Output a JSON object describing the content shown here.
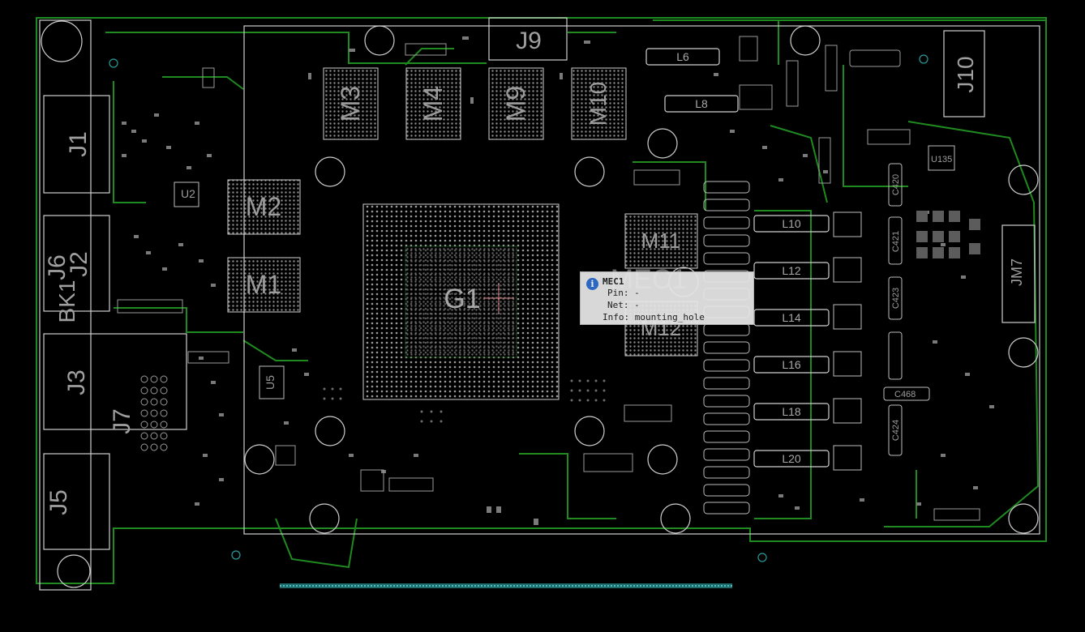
{
  "board": {
    "colors": {
      "outline": "#cfcfcf",
      "trace": "#1f8a1f",
      "silk": "#a8a8a8",
      "pad": "#bfbfbf",
      "hole": "#2a9a9a"
    },
    "components": {
      "J1": "J1",
      "J2": "J2",
      "J3": "J3",
      "J5": "J5",
      "J6": "J6",
      "J7": "J7",
      "J9": "J9",
      "J10": "J10",
      "JM7": "JM7",
      "BK1": "BK1",
      "M1": "M1",
      "M2": "M2",
      "M3": "M3",
      "M4": "M4",
      "M9": "M9",
      "M10": "M10",
      "M11": "M11",
      "M12": "M12",
      "MEC1": "MEC1",
      "G1": "G1",
      "U2": "U2",
      "U5": "U5",
      "L6": "L6",
      "L8": "L8",
      "L10": "L10",
      "L12": "L12",
      "L14": "L14",
      "L16": "L16",
      "L18": "L18",
      "L20": "L20",
      "C468": "C468",
      "C424": "C424",
      "C420": "C420",
      "C421": "C421",
      "C423": "C423",
      "U135": "U135"
    }
  },
  "tooltip": {
    "icon": "info-icon",
    "title": "MEC1",
    "pin": "Pin: -",
    "net": "Net: -",
    "info": "Info: mounting_hole"
  }
}
